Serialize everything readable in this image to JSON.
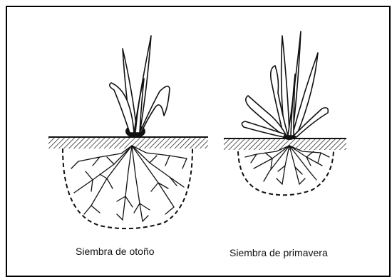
{
  "panels": [
    {
      "id": "autumn",
      "caption": "Siembra de otoño"
    },
    {
      "id": "spring",
      "caption": "Siembra de primavera"
    }
  ],
  "colors": {
    "ink": "#111111",
    "background": "#ffffff"
  }
}
